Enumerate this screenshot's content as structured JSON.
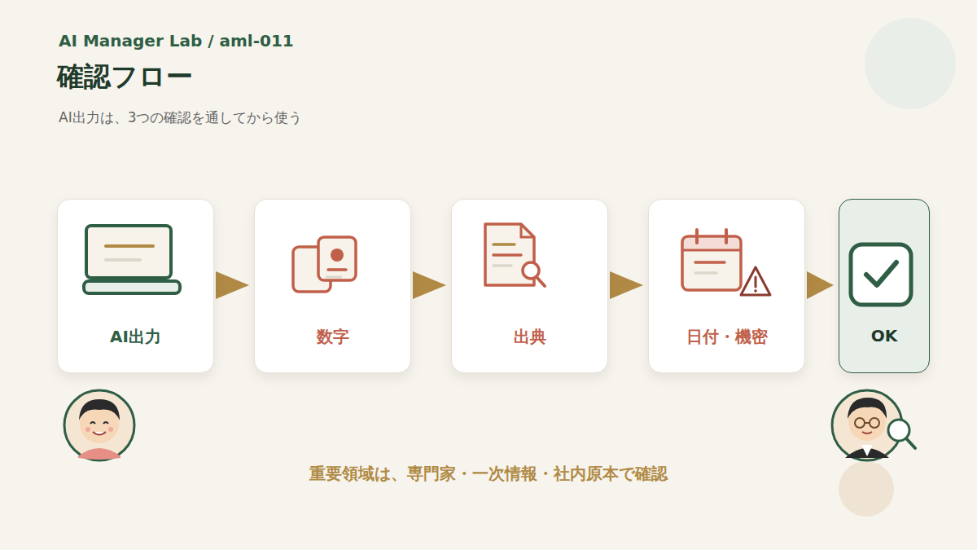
{
  "diagram": {
    "title": "確認フロー",
    "caption": "重要領域は、専門家・一次情報・社内原本で確認",
    "nodes": [
      {
        "text": [
          "AI出力"
        ]
      },
      {
        "text": [
          "数字"
        ]
      },
      {
        "text": [
          "出典"
        ]
      },
      {
        "text": [
          "日付・機密"
        ]
      },
      {
        "text": [
          "OK"
        ]
      }
    ],
    "edges": [
      {
        "from": 0,
        "to": 1,
        "arrow": "to"
      },
      {
        "from": 1,
        "to": 2,
        "arrow": "to"
      },
      {
        "from": 2,
        "to": 3,
        "arrow": "to"
      },
      {
        "from": 3,
        "to": 4,
        "arrow": "to"
      }
    ],
    "labels": [
      "AI Manager Lab / aml-011",
      "AI出力は、3つの確認を通してから使う"
    ]
  }
}
